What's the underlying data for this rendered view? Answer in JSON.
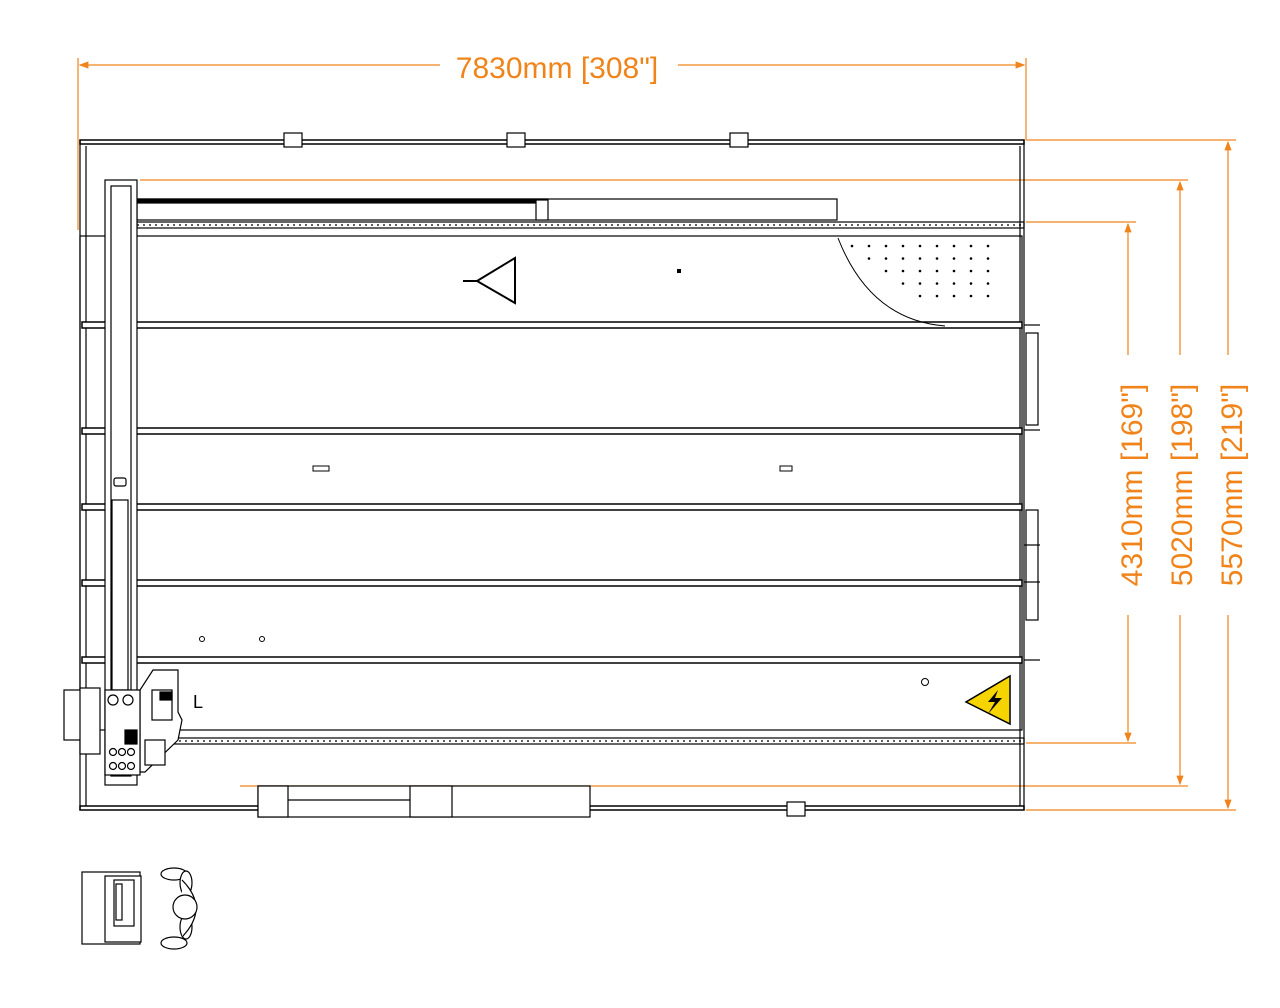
{
  "drawing": {
    "dimensions": {
      "width": "7830mm [308\"]",
      "depth_table": "4310mm [169\"]",
      "depth_rails": "5020mm [198\"]",
      "depth_total": "5570mm [219\"]"
    },
    "corner_mark": "L",
    "colors": {
      "dimension": "#f0841a",
      "line": "#000000"
    }
  }
}
